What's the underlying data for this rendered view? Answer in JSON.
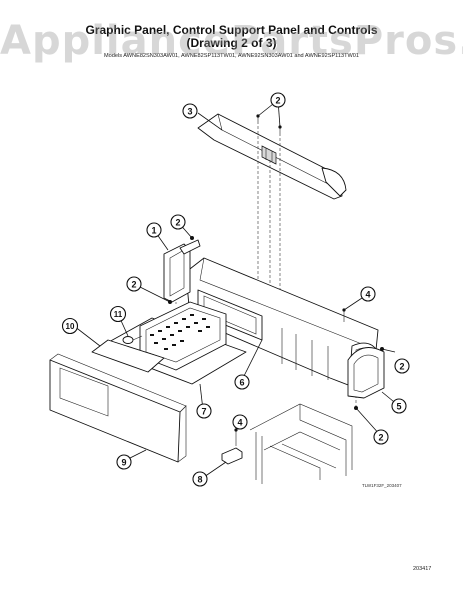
{
  "watermark": "AppliancePartsPros.com",
  "title_line1": "Graphic Panel, Control Support Panel and Controls",
  "title_line2": "(Drawing 2 of 3)",
  "models": "Models AWNE82SN303AW01, AWNE82SP113TW01, AWNE92SN303AW01 and AWNE92SP113TW01",
  "ref_code": "TLW1F32F_203407",
  "page_number": "203417",
  "callouts": [
    "2",
    "3",
    "2",
    "1",
    "2",
    "4",
    "10",
    "11",
    "2",
    "6",
    "5",
    "7",
    "2",
    "4",
    "9",
    "8"
  ]
}
